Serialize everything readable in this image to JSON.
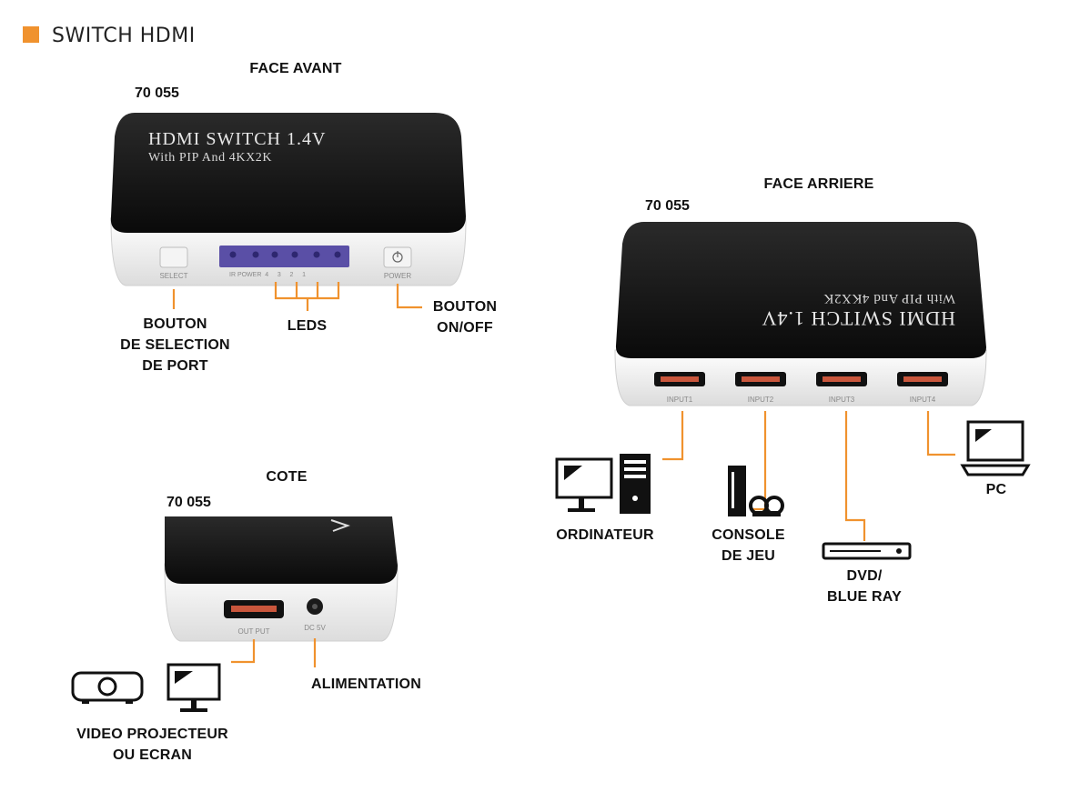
{
  "header": {
    "title": "SWITCH HDMI",
    "accent_color": "#f0922e"
  },
  "front": {
    "title": "FACE AVANT",
    "ref": "70 055",
    "device_text_1": "HDMI SWITCH 1.4V",
    "device_text_2": "With PIP And 4KX2K",
    "select_label": "SELECT",
    "led_labels": "IR POWER  4     3     2     1",
    "power_label": "POWER",
    "callouts": {
      "select": [
        "BOUTON",
        "DE SELECTION",
        "DE PORT"
      ],
      "leds": [
        "LEDS"
      ],
      "power": [
        "BOUTON",
        "ON/OFF"
      ]
    }
  },
  "back": {
    "title": "FACE ARRIERE",
    "ref": "70 055",
    "device_text_1": "HDMI SWITCH 1.4V",
    "device_text_2": "With PIP And 4KX2K",
    "ports": [
      "INPUT1",
      "INPUT2",
      "INPUT3",
      "INPUT4"
    ],
    "callouts": {
      "computer": [
        "ORDINATEUR"
      ],
      "console": [
        "CONSOLE",
        "DE JEU"
      ],
      "dvd": [
        "DVD/",
        "BLUE RAY"
      ],
      "pc": [
        "PC"
      ]
    }
  },
  "side": {
    "title": "COTE",
    "ref": "70 055",
    "output_label": "OUT PUT",
    "dc_label": "DC 5V",
    "callouts": {
      "display": [
        "VIDEO PROJECTEUR",
        "OU ECRAN"
      ],
      "power": [
        "ALIMENTATION"
      ]
    }
  }
}
